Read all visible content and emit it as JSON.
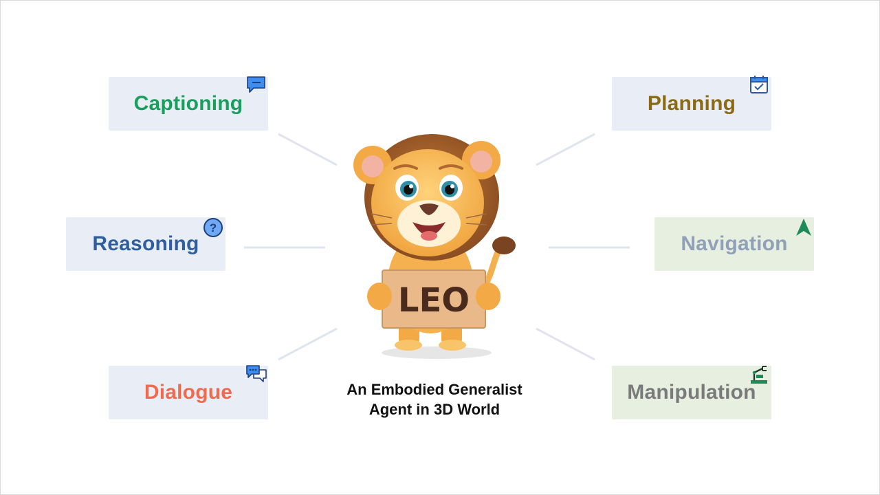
{
  "capabilities": {
    "captioning": {
      "label": "Captioning",
      "color": "#1a9e5c",
      "icon": "chat-bubble-icon"
    },
    "planning": {
      "label": "Planning",
      "color": "#8a6a14",
      "icon": "calendar-check-icon"
    },
    "reasoning": {
      "label": "Reasoning",
      "color": "#2f5e9e",
      "icon": "question-circle-icon"
    },
    "navigation": {
      "label": "Navigation",
      "color": "#8fa0b8",
      "icon": "navigation-arrow-icon"
    },
    "dialogue": {
      "label": "Dialogue",
      "color": "#ee6b4d",
      "icon": "dialogue-bubbles-icon"
    },
    "manipulation": {
      "label": "Manipulation",
      "color": "#7a7a7a",
      "icon": "robot-arm-icon"
    }
  },
  "center": {
    "sign_text": "LEO",
    "subtitle_line1": "An Embodied Generalist",
    "subtitle_line2": "Agent in 3D World"
  },
  "colors": {
    "box_blue": "#e8edf6",
    "box_green": "#e6efe0",
    "connector": "#dfe4ee",
    "icon_blue": "#3d8ef0",
    "icon_green": "#1e8a5a"
  }
}
